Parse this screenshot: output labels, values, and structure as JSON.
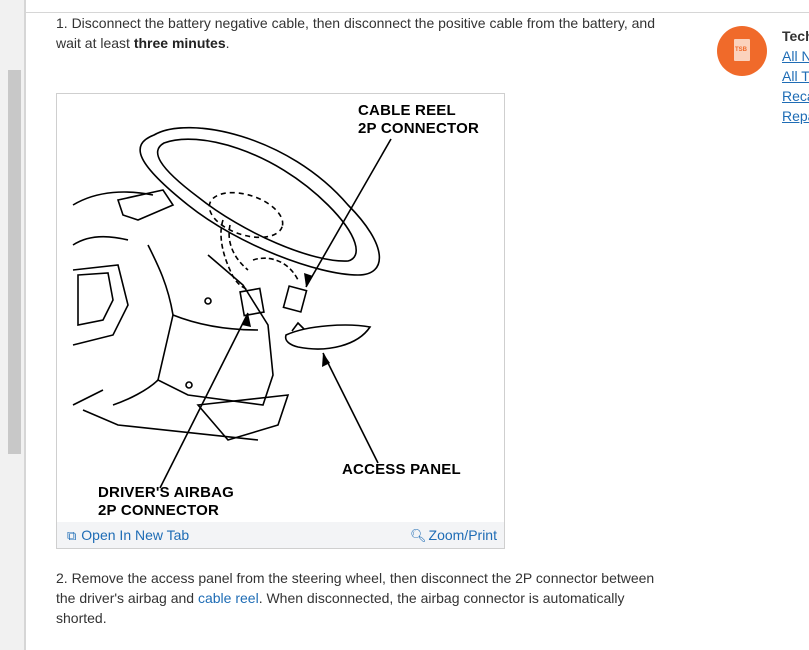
{
  "steps": {
    "step1": {
      "text_before": "1. Disconnect the battery negative cable, then disconnect the positive cable from the battery, and wait at least ",
      "bold": "three minutes",
      "text_after": "."
    },
    "step2": {
      "text_before": "2. Remove the access panel from the steering wheel, then disconnect the 2P connector between the driver's airbag and ",
      "link": "cable reel",
      "text_after": ". When disconnected, the airbag connector is automatically shorted."
    }
  },
  "figure": {
    "labels": {
      "cable_reel_line1": "CABLE REEL",
      "cable_reel_line2": "2P CONNECTOR",
      "access_panel": "ACCESS PANEL",
      "drivers_airbag_line1": "DRIVER'S AIRBAG",
      "drivers_airbag_line2": "2P CONNECTOR"
    },
    "open_new_tab": "Open In New Tab",
    "zoom_print": "Zoom/Print"
  },
  "sidebar": {
    "badge_text": "TSB",
    "title": "Tech",
    "links": [
      "All N",
      "All T",
      "Reca",
      "Repa"
    ]
  },
  "colors": {
    "link": "#1e6cb5",
    "badge": "#f06a2a",
    "footer_bg": "#f3f4f6"
  }
}
